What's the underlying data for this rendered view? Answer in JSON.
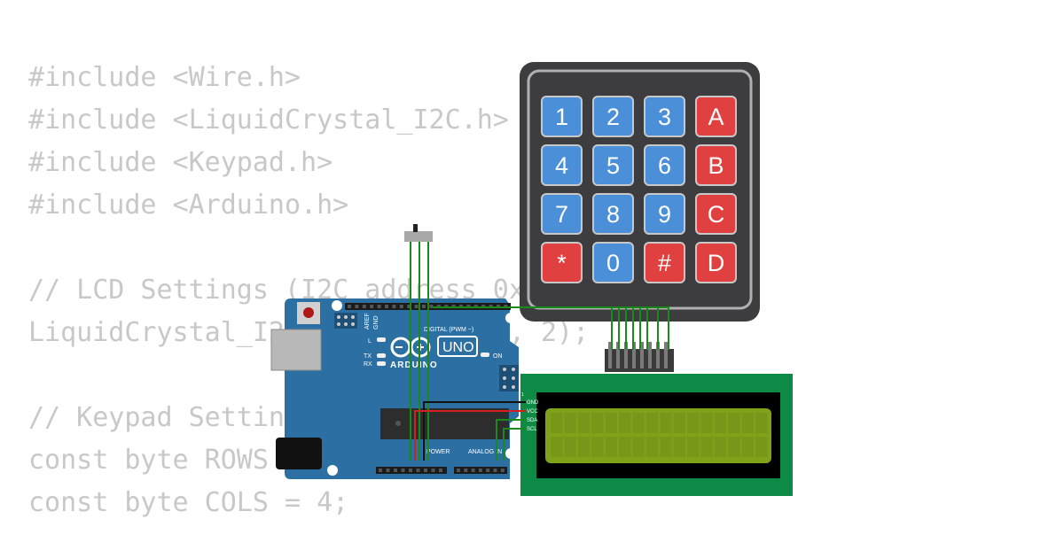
{
  "code_lines": [
    "#include <Wire.h>",
    "#include <LiquidCrystal_I2C.h>",
    "#include <Keypad.h>",
    "#include <Arduino.h>",
    "",
    "// LCD Settings (I2C address 0x27, 16x2)",
    "LiquidCrystal_I2C lcd(0x27, 16, 2);",
    "",
    "// Keypad Settings",
    "const byte ROWS = 4;",
    "const byte COLS = 4;"
  ],
  "keypad": {
    "keys": [
      [
        "1",
        "2",
        "3",
        "A"
      ],
      [
        "4",
        "5",
        "6",
        "B"
      ],
      [
        "7",
        "8",
        "9",
        "C"
      ],
      [
        "*",
        "0",
        "#",
        "D"
      ]
    ],
    "colors": {
      "body": "#3d3d40",
      "digit_key": "#4a8fd8",
      "letter_key": "#e04040",
      "frame": "#b0b0b0"
    }
  },
  "arduino": {
    "logo_text": "ARDUINO",
    "model": "UNO",
    "digital_label": "DIGITAL (PWM ~)",
    "power_label": "POWER",
    "analog_label": "ANALOG IN",
    "on_label": "ON",
    "led_labels": [
      "L",
      "TX",
      "RX"
    ],
    "aref_label": "AREF",
    "gnd_label": "GND",
    "board_color": "#2c6fa2"
  },
  "lcd": {
    "pin_labels": [
      "GND",
      "VCC",
      "SDA",
      "SCL"
    ],
    "pcb_color": "#0d8a45",
    "screen_color": "#7fa21a"
  },
  "wire_colors": {
    "signal": "#1a8a1a",
    "gnd": "#111111",
    "vcc": "#d42020"
  }
}
